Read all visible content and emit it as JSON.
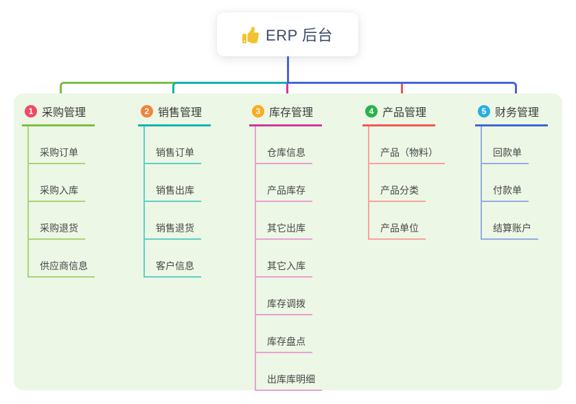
{
  "root": {
    "title": "ERP 后台",
    "icon": "thumbs-up-icon",
    "icon_color": "#f3c231"
  },
  "connector_colors": {
    "root_line": "#4a63d0",
    "branch_1": "#7cbd42",
    "branch_2": "#12b2ae",
    "branch_3": "#d2359e",
    "branch_4": "#f2564f",
    "branch_5": "#4664d4"
  },
  "panel_bg": "#ecf7e5",
  "branches": [
    {
      "index": "1",
      "title": "采购管理",
      "badge_color": "#ef4a66",
      "line_color": "#7cbd42",
      "child_line_color": "#a8d476",
      "children": [
        "采购订单",
        "采购入库",
        "采购退货",
        "供应商信息"
      ]
    },
    {
      "index": "2",
      "title": "销售管理",
      "badge_color": "#f5823b",
      "line_color": "#12b2ae",
      "child_line_color": "#5ecfc5",
      "children": [
        "销售订单",
        "销售出库",
        "销售退货",
        "客户信息"
      ]
    },
    {
      "index": "3",
      "title": "库存管理",
      "badge_color": "#fbab1e",
      "line_color": "#d2359e",
      "child_line_color": "#e9a0d2",
      "children": [
        "仓库信息",
        "产品库存",
        "其它出库",
        "其它入库",
        "库存调拨",
        "库存盘点",
        "出库库明细"
      ]
    },
    {
      "index": "4",
      "title": "产品管理",
      "badge_color": "#27b24b",
      "line_color": "#f2564f",
      "child_line_color": "#f7a29b",
      "children": [
        "产品（物料）",
        "产品分类",
        "产品单位"
      ]
    },
    {
      "index": "5",
      "title": "财务管理",
      "badge_color": "#29aede",
      "line_color": "#4064d4",
      "child_line_color": "#92abe2",
      "children": [
        "回款单",
        "付款单",
        "结算账户"
      ]
    }
  ]
}
